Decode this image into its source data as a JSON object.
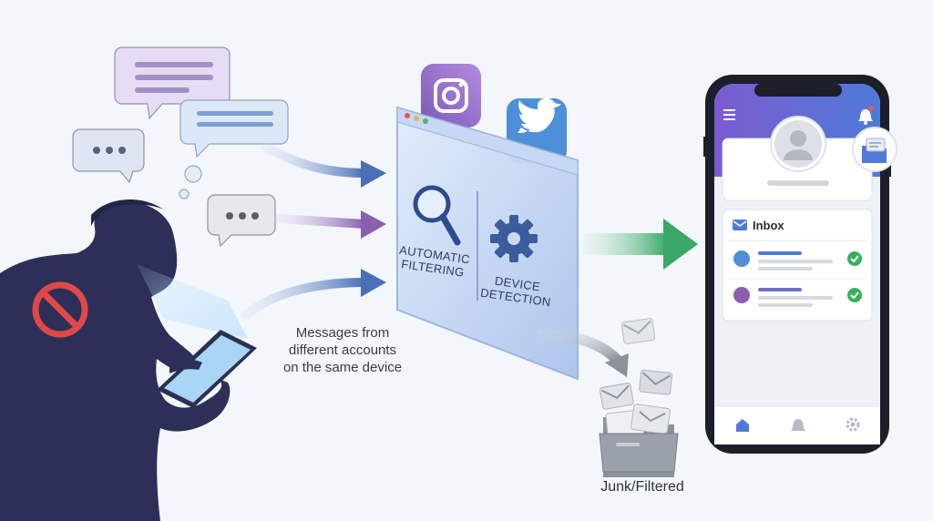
{
  "caption": {
    "line1": "Messages from",
    "line2": "different accounts",
    "line3": "on the same device"
  },
  "filter_panel": {
    "left_line1": "AUTOMATIC",
    "left_line2": "FILTERING",
    "right_line1": "DEVICE",
    "right_line2": "DETECTION",
    "platform_icons": [
      "instagram-icon",
      "twitter-bird-icon"
    ]
  },
  "phone": {
    "inbox_label": "Inbox",
    "nav_icons": [
      "home-icon",
      "bell-icon",
      "gear-icon"
    ]
  },
  "junk": {
    "label": "Junk/Filtered"
  },
  "colors": {
    "background": "#f3f6fa",
    "silhouette": "#2d2f58",
    "block_sign": "#e04848",
    "phone_header": "#6b63c9",
    "check": "#36b25a",
    "arrow_blue": "#4a6fb5",
    "arrow_purple": "#8a5fb0",
    "arrow_green": "#3aa866"
  }
}
